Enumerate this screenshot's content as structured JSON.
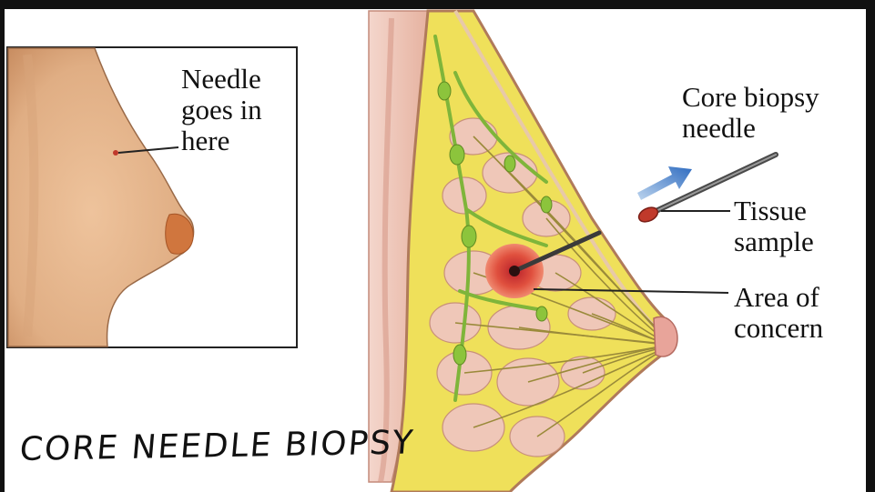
{
  "labels": {
    "needle_entry": "Needle\ngoes in\nhere",
    "core_biopsy_needle": "Core biopsy\nneedle",
    "tissue_sample": "Tissue\nsample",
    "area_of_concern": "Area of\nconcern"
  },
  "caption": "CORE NEEDLE BIOPSY",
  "colors": {
    "skin": "#e2b48c",
    "skin_shadow": "#c98e62",
    "areola": "#d0763e",
    "fat": "#f0e85a",
    "lobule": "#efc7b8",
    "duct": "#9a8a3a",
    "lymph": "#8cc43c",
    "lesion": "#e0503e",
    "arrow": "#4a86d0",
    "needle": "#3a3a3a"
  }
}
